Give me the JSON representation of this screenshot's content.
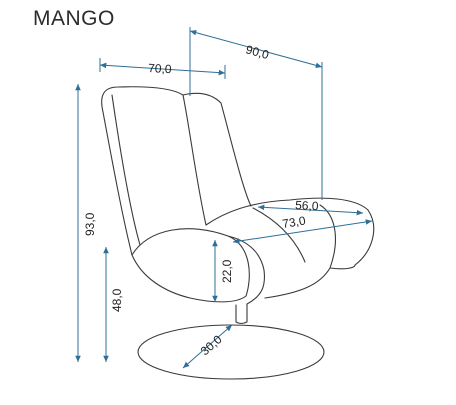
{
  "product": {
    "name": "MANGO"
  },
  "dimensions": {
    "total_depth": "90,0",
    "backrest_width": "70,0",
    "total_height": "93,0",
    "seat_depth": "56,0",
    "total_width": "73,0",
    "armrest_height": "22,0",
    "seat_height": "48,0",
    "base_diameter": "30,0"
  },
  "colors": {
    "outline": "#3a3a3a",
    "dimension_line": "#2f6f96"
  }
}
